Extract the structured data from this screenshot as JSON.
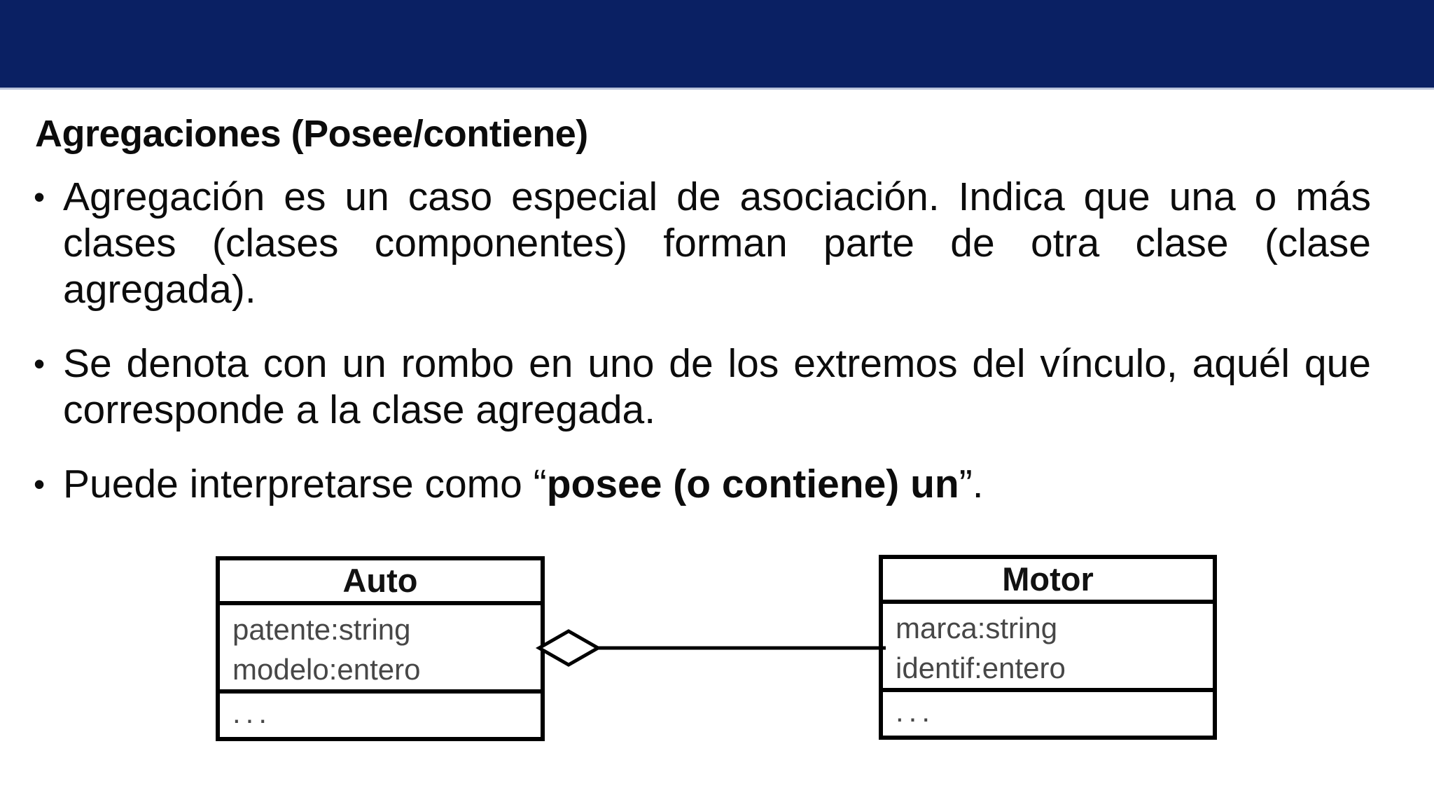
{
  "slide": {
    "title": "Agregaciones (Posee/contiene)",
    "bullet_char": "•",
    "bullets": {
      "b1": "Agregación es un caso especial de asociación. Indica que una o más clases (clases componentes) forman parte de otra clase (clase agregada).",
      "b2": "Se denota con un rombo en uno de los extremos del vínculo, aquél que corresponde a la clase agregada.",
      "b3_prefix": "Puede interpretarse como “",
      "b3_bold": "posee (o contiene) un",
      "b3_suffix": "”."
    }
  },
  "diagram": {
    "type": "uml-class-aggregation",
    "relation": "aggregation-diamond-on-aggregate-side",
    "classes": [
      {
        "name": "Auto",
        "attributes": [
          "patente:string",
          "modelo:entero"
        ],
        "more": "..."
      },
      {
        "name": "Motor",
        "attributes": [
          "marca:string",
          "identif:entero"
        ],
        "more": "..."
      }
    ]
  },
  "colors": {
    "header_bar": "#0a2063",
    "header_edge": "#b9c3da",
    "background": "#ffffff",
    "body_text": "#0c0c0c",
    "diagram_border": "#000000",
    "diagram_attr_text": "#474747"
  }
}
